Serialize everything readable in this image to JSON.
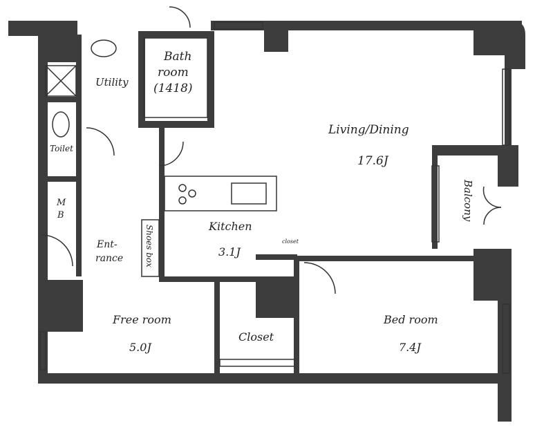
{
  "rooms": {
    "bath": {
      "name_line1": "Bath",
      "name_line2": "room",
      "size": "(1418)"
    },
    "utility": {
      "name": "Utility"
    },
    "toilet": {
      "name": "Toilet"
    },
    "mb": {
      "line1": "M",
      "line2": "B"
    },
    "entrance": {
      "line1": "Ent-",
      "line2": "rance"
    },
    "shoes_box": {
      "name": "Shoes box"
    },
    "kitchen": {
      "name": "Kitchen",
      "size": "3.1J"
    },
    "small_closet": {
      "name": "closet"
    },
    "living": {
      "name": "Living/Dining",
      "size": "17.6J"
    },
    "balcony": {
      "name": "Balcony"
    },
    "free_room": {
      "name": "Free room",
      "size": "5.0J"
    },
    "closet": {
      "name": "Closet"
    },
    "bedroom": {
      "name": "Bed room",
      "size": "7.4J"
    }
  }
}
